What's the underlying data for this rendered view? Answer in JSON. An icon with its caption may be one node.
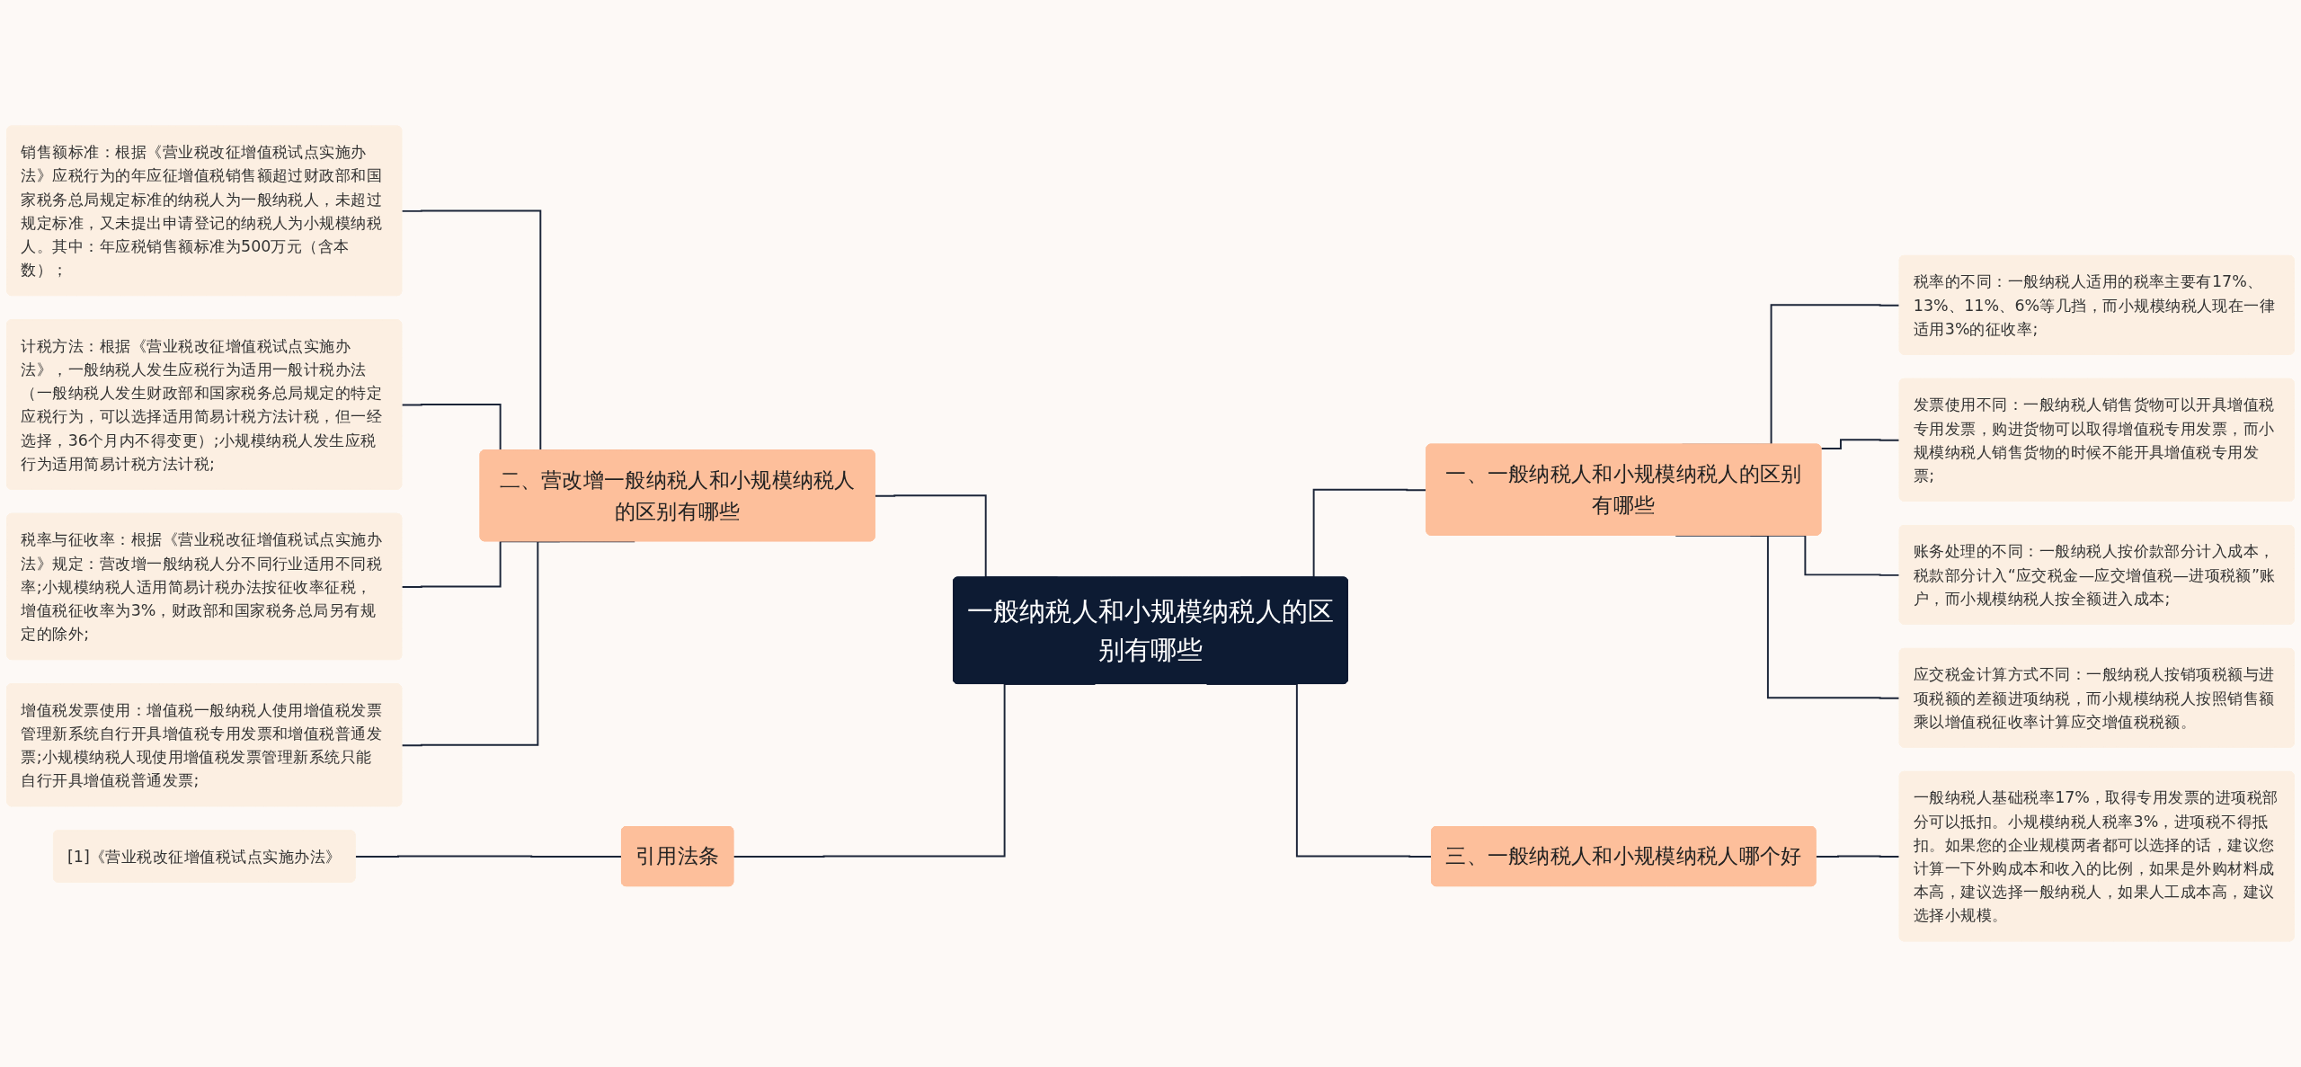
{
  "diagram": {
    "nodes": [
      {
        "text": [
          "一般纳税人和小规模纳税人的区别有哪些"
        ]
      },
      {
        "text": [
          "一、一般纳税人和小规模纳税人的区别有哪些"
        ]
      },
      {
        "text": [
          "税率的不同：一般纳税人适用的税率主要有17%、13%、11%、6%等几挡，而小规模纳税人现在一律适用3%的征收率;"
        ]
      },
      {
        "text": [
          "发票使用不同：一般纳税人销售货物可以开具增值税专用发票，购进货物可以取得增值税专用发票，而小规模纳税人销售货物的时候不能开具增值税专用发票;"
        ]
      },
      {
        "text": [
          "账务处理的不同：一般纳税人按价款部分计入成本，税款部分计入“应交税金—应交增值税—进项税额”账户，而小规模纳税人按全额进入成本;"
        ]
      },
      {
        "text": [
          "应交税金计算方式不同：一般纳税人按销项税额与进项税额的差额进项纳税，而小规模纳税人按照销售额乘以增值税征收率计算应交增值税税额。"
        ]
      },
      {
        "text": [
          "二、营改增一般纳税人和小规模纳税人的区别有哪些"
        ]
      },
      {
        "text": [
          "销售额标准：根据《营业税改征增值税试点实施办法》应税行为的年应征增值税销售额超过财政部和国家税务总局规定标准的纳税人为一般纳税人，未超过规定标准，又未提出申请登记的纳税人为小规模纳税人。其中：年应税销售额标准为500万元（含本数）；"
        ]
      },
      {
        "text": [
          "计税方法：根据《营业税改征增值税试点实施办法》，一般纳税人发生应税行为适用一般计税办法（一般纳税人发生财政部和国家税务总局规定的特定应税行为，可以选择适用简易计税方法计税，但一经选择，36个月内不得变更）;小规模纳税人发生应税行为适用简易计税方法计税;"
        ]
      },
      {
        "text": [
          "税率与征收率：根据《营业税改征增值税试点实施办法》规定：营改增一般纳税人分不同行业适用不同税率;小规模纳税人适用简易计税办法按征收率征税，增值税征收率为3%，财政部和国家税务总局另有规定的除外;"
        ]
      },
      {
        "text": [
          "增值税发票使用：增值税一般纳税人使用增值税发票管理新系统自行开具增值税专用发票和增值税普通发票;小规模纳税人现使用增值税发票管理新系统只能自行开具增值税普通发票;"
        ]
      },
      {
        "text": [
          "三、一般纳税人和小规模纳税人哪个好"
        ]
      },
      {
        "text": [
          "一般纳税人基础税率17%，取得专用发票的进项税部分可以抵扣。小规模纳税人税率3%，进项税不得抵扣。如果您的企业规模两者都可以选择的话，建议您计算一下外购成本和收入的比例，如果是外购材料成本高，建议选择一般纳税人，如果人工成本高，建议选择小规模。"
        ]
      },
      {
        "text": [
          "引用法条"
        ]
      },
      {
        "text": [
          "[1]《营业税改征增值税试点实施办法》"
        ]
      }
    ],
    "edges": [
      {
        "from": 0,
        "to": 1,
        "arrow": "none"
      },
      {
        "from": 1,
        "to": 2,
        "arrow": "none"
      },
      {
        "from": 1,
        "to": 3,
        "arrow": "none"
      },
      {
        "from": 1,
        "to": 4,
        "arrow": "none"
      },
      {
        "from": 1,
        "to": 5,
        "arrow": "none"
      },
      {
        "from": 0,
        "to": 6,
        "arrow": "none"
      },
      {
        "from": 6,
        "to": 7,
        "arrow": "none"
      },
      {
        "from": 6,
        "to": 8,
        "arrow": "none"
      },
      {
        "from": 6,
        "to": 9,
        "arrow": "none"
      },
      {
        "from": 6,
        "to": 10,
        "arrow": "none"
      },
      {
        "from": 0,
        "to": 11,
        "arrow": "none"
      },
      {
        "from": 11,
        "to": 12,
        "arrow": "none"
      },
      {
        "from": 0,
        "to": 13,
        "arrow": "none"
      },
      {
        "from": 13,
        "to": 14,
        "arrow": "none"
      }
    ]
  }
}
